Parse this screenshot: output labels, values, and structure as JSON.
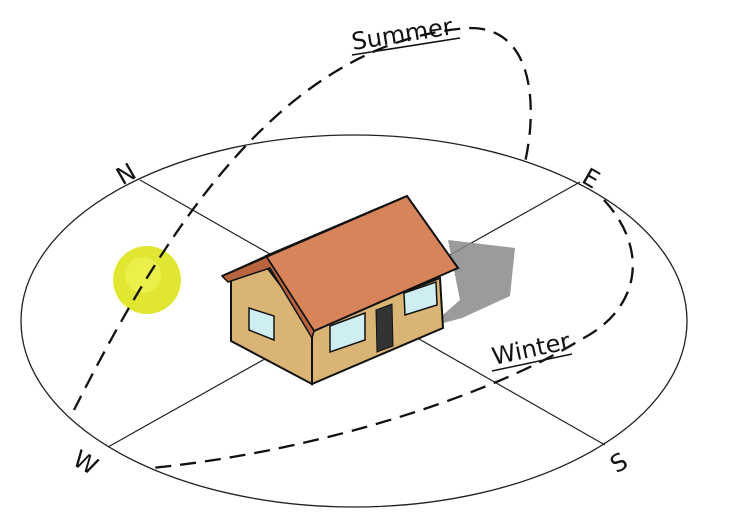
{
  "labels": {
    "north": "N",
    "east": "E",
    "south": "S",
    "west": "W",
    "summer": "Summer",
    "winter": "Winter"
  },
  "icons": {
    "sun": "sun-icon",
    "house": "house-icon"
  },
  "colors": {
    "sun": "#e1e632",
    "sun_highlight": "#f2f55a",
    "roof": "#d8845a",
    "roof_dark": "#b8643e",
    "wall": "#d9b474",
    "window": "#cfeef2",
    "door": "#333333",
    "shadow": "#8a8a8a",
    "line": "#222222"
  }
}
